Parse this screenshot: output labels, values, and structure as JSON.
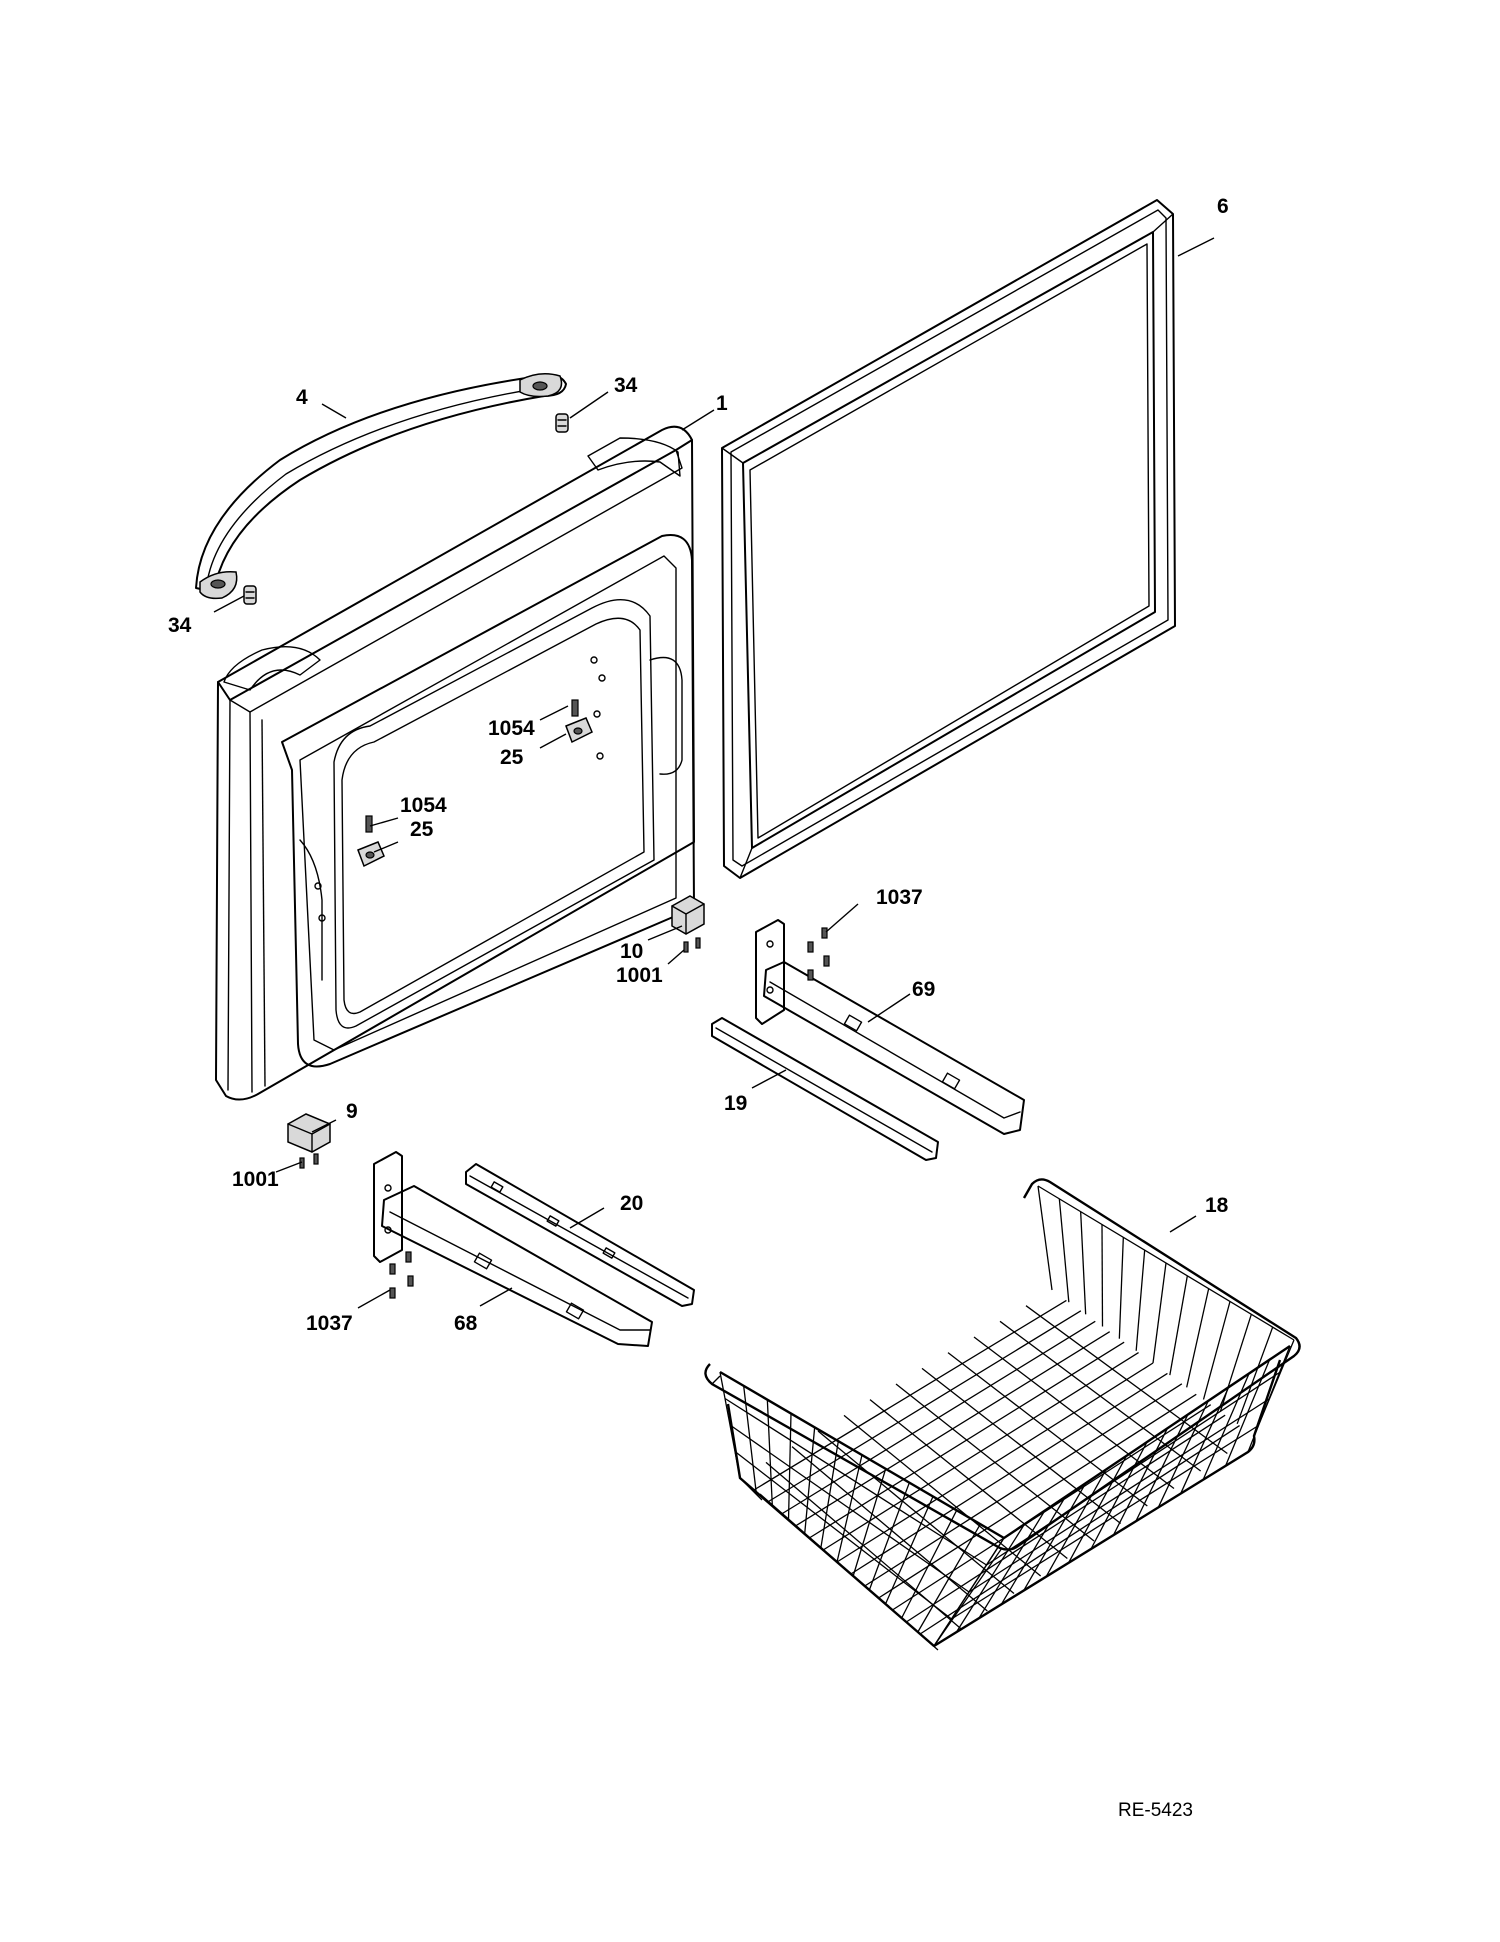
{
  "document_code": "RE-5423",
  "callouts": [
    {
      "id": "c6",
      "label": "6"
    },
    {
      "id": "c4",
      "label": "4"
    },
    {
      "id": "c34a",
      "label": "34"
    },
    {
      "id": "c1",
      "label": "1"
    },
    {
      "id": "c34b",
      "label": "34"
    },
    {
      "id": "c1054a",
      "label": "1054"
    },
    {
      "id": "c25a",
      "label": "25"
    },
    {
      "id": "c1054b",
      "label": "1054"
    },
    {
      "id": "c25b",
      "label": "25"
    },
    {
      "id": "c1037a",
      "label": "1037"
    },
    {
      "id": "c10",
      "label": "10"
    },
    {
      "id": "c1001a",
      "label": "1001"
    },
    {
      "id": "c69",
      "label": "69"
    },
    {
      "id": "c19",
      "label": "19"
    },
    {
      "id": "c9",
      "label": "9"
    },
    {
      "id": "c1001b",
      "label": "1001"
    },
    {
      "id": "c20",
      "label": "20"
    },
    {
      "id": "c18",
      "label": "18"
    },
    {
      "id": "c1037b",
      "label": "1037"
    },
    {
      "id": "c68",
      "label": "68"
    }
  ]
}
